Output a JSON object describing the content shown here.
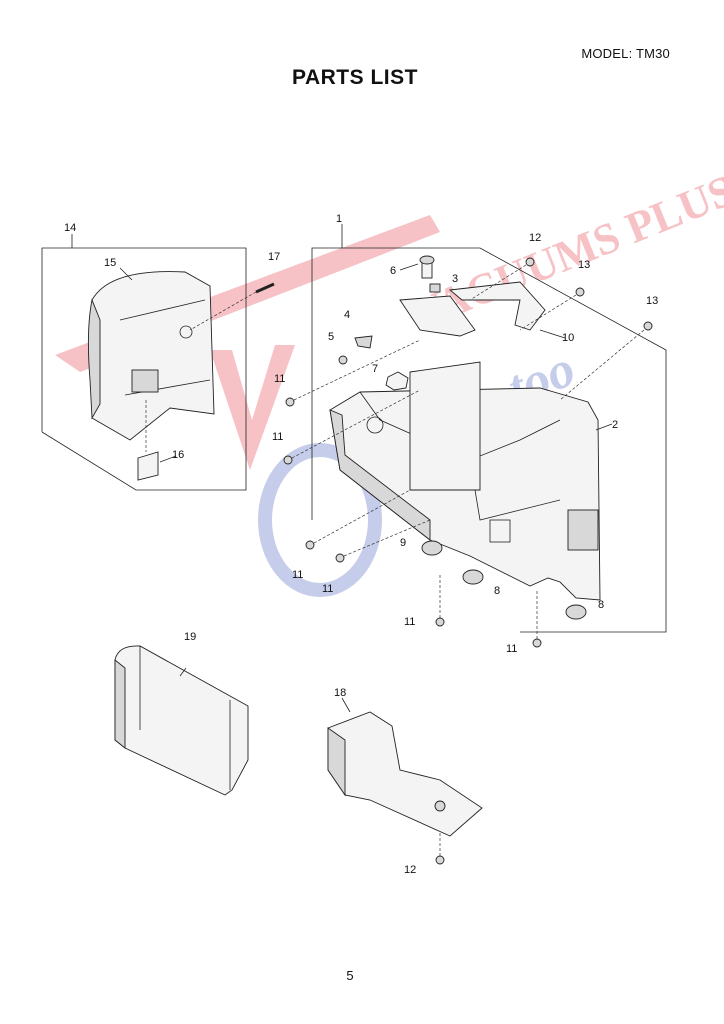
{
  "header": {
    "model": "MODEL: TM30",
    "title": "PARTS LIST"
  },
  "footer": {
    "page_number": "5"
  },
  "watermark": {
    "line1": "VACUUMS PLUS AND",
    "line2": "Sewing too"
  },
  "callouts": {
    "c1": "1",
    "c2": "2",
    "c3": "3",
    "c5": "5",
    "c4": "4",
    "c6": "6",
    "c7": "7",
    "c8a": "8",
    "c8b": "8",
    "c9": "9",
    "c10": "10",
    "c11a": "11",
    "c11b": "11",
    "c11c": "11",
    "c11d": "11",
    "c11e": "11",
    "c11f": "11",
    "c12a": "12",
    "c12b": "12",
    "c13a": "13",
    "c13b": "13",
    "c14": "14",
    "c15": "15",
    "c16": "16",
    "c17": "17",
    "c18": "18",
    "c19": "19"
  }
}
